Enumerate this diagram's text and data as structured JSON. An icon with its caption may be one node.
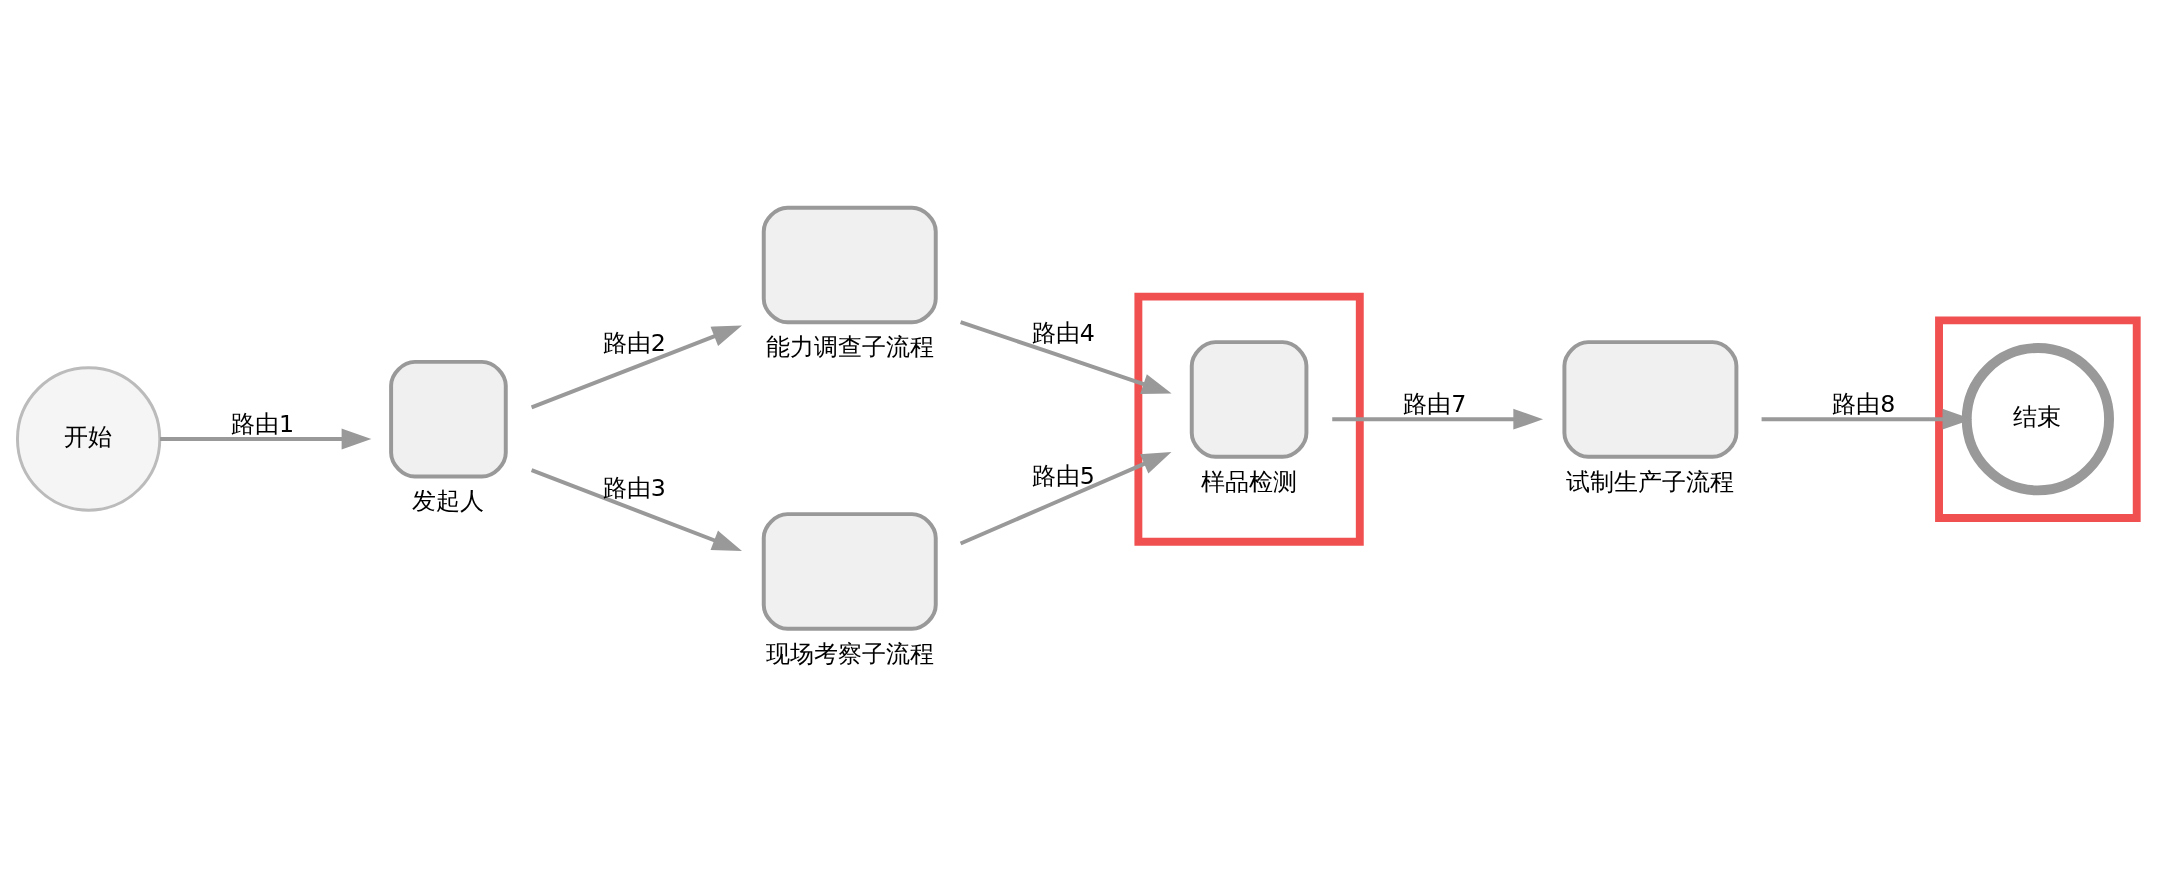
{
  "diagram": {
    "nodes": [
      {
        "text": [
          "开始"
        ]
      },
      {
        "text": [
          "发起人"
        ]
      },
      {
        "text": [
          "能力调查子流程"
        ]
      },
      {
        "text": [
          "现场考察子流程"
        ]
      },
      {
        "text": [],
        "shape": "box"
      },
      {
        "text": [
          "样品检测"
        ],
        "in": 4
      },
      {
        "text": [
          "试制生产子流程"
        ]
      },
      {
        "text": [],
        "shape": "box"
      },
      {
        "text": [
          "结束"
        ],
        "in": 7
      }
    ],
    "edges": [
      {
        "from": 0,
        "to": 1,
        "arrow": "to",
        "label": "路由1"
      },
      {
        "from": 1,
        "to": 2,
        "arrow": "to",
        "label": "路由2"
      },
      {
        "from": 1,
        "to": 3,
        "arrow": "to",
        "label": "路由3"
      },
      {
        "from": 2,
        "to": 5,
        "arrow": "to",
        "label": "路由4"
      },
      {
        "from": 3,
        "to": 5,
        "arrow": "to",
        "label": "路由5"
      },
      {
        "from": 5,
        "to": 6,
        "arrow": "to",
        "label": "路由7"
      },
      {
        "from": 6,
        "to": 8,
        "arrow": "to",
        "label": "路由8"
      }
    ]
  }
}
